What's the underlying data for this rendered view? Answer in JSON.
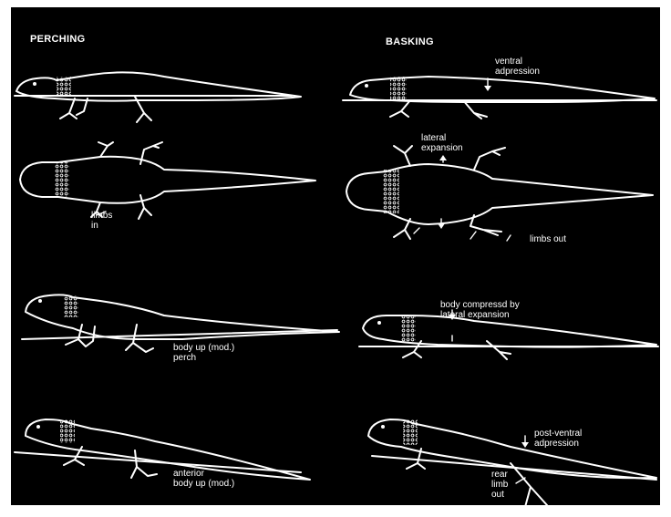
{
  "headings": {
    "perching": "PERCHING",
    "basking": "BASKING"
  },
  "annotations": {
    "ventral_adpression": "ventral\nadpression",
    "lateral_expansion": "lateral\nexpansion",
    "limbs_in": "limbs\nin",
    "limbs_out": "limbs out",
    "body_up_perch": "body up (mod.)\nperch",
    "body_compressed": "body compressd by\nlateral expansion",
    "anterior_body_up": "anterior\nbody up (mod.)",
    "post_ventral_adpression": "post-ventral\nadpression",
    "rear_limb_out": "rear\nlimb\nout"
  },
  "colors": {
    "background": "#000000",
    "line": "#ffffff",
    "page": "#ffffff"
  }
}
